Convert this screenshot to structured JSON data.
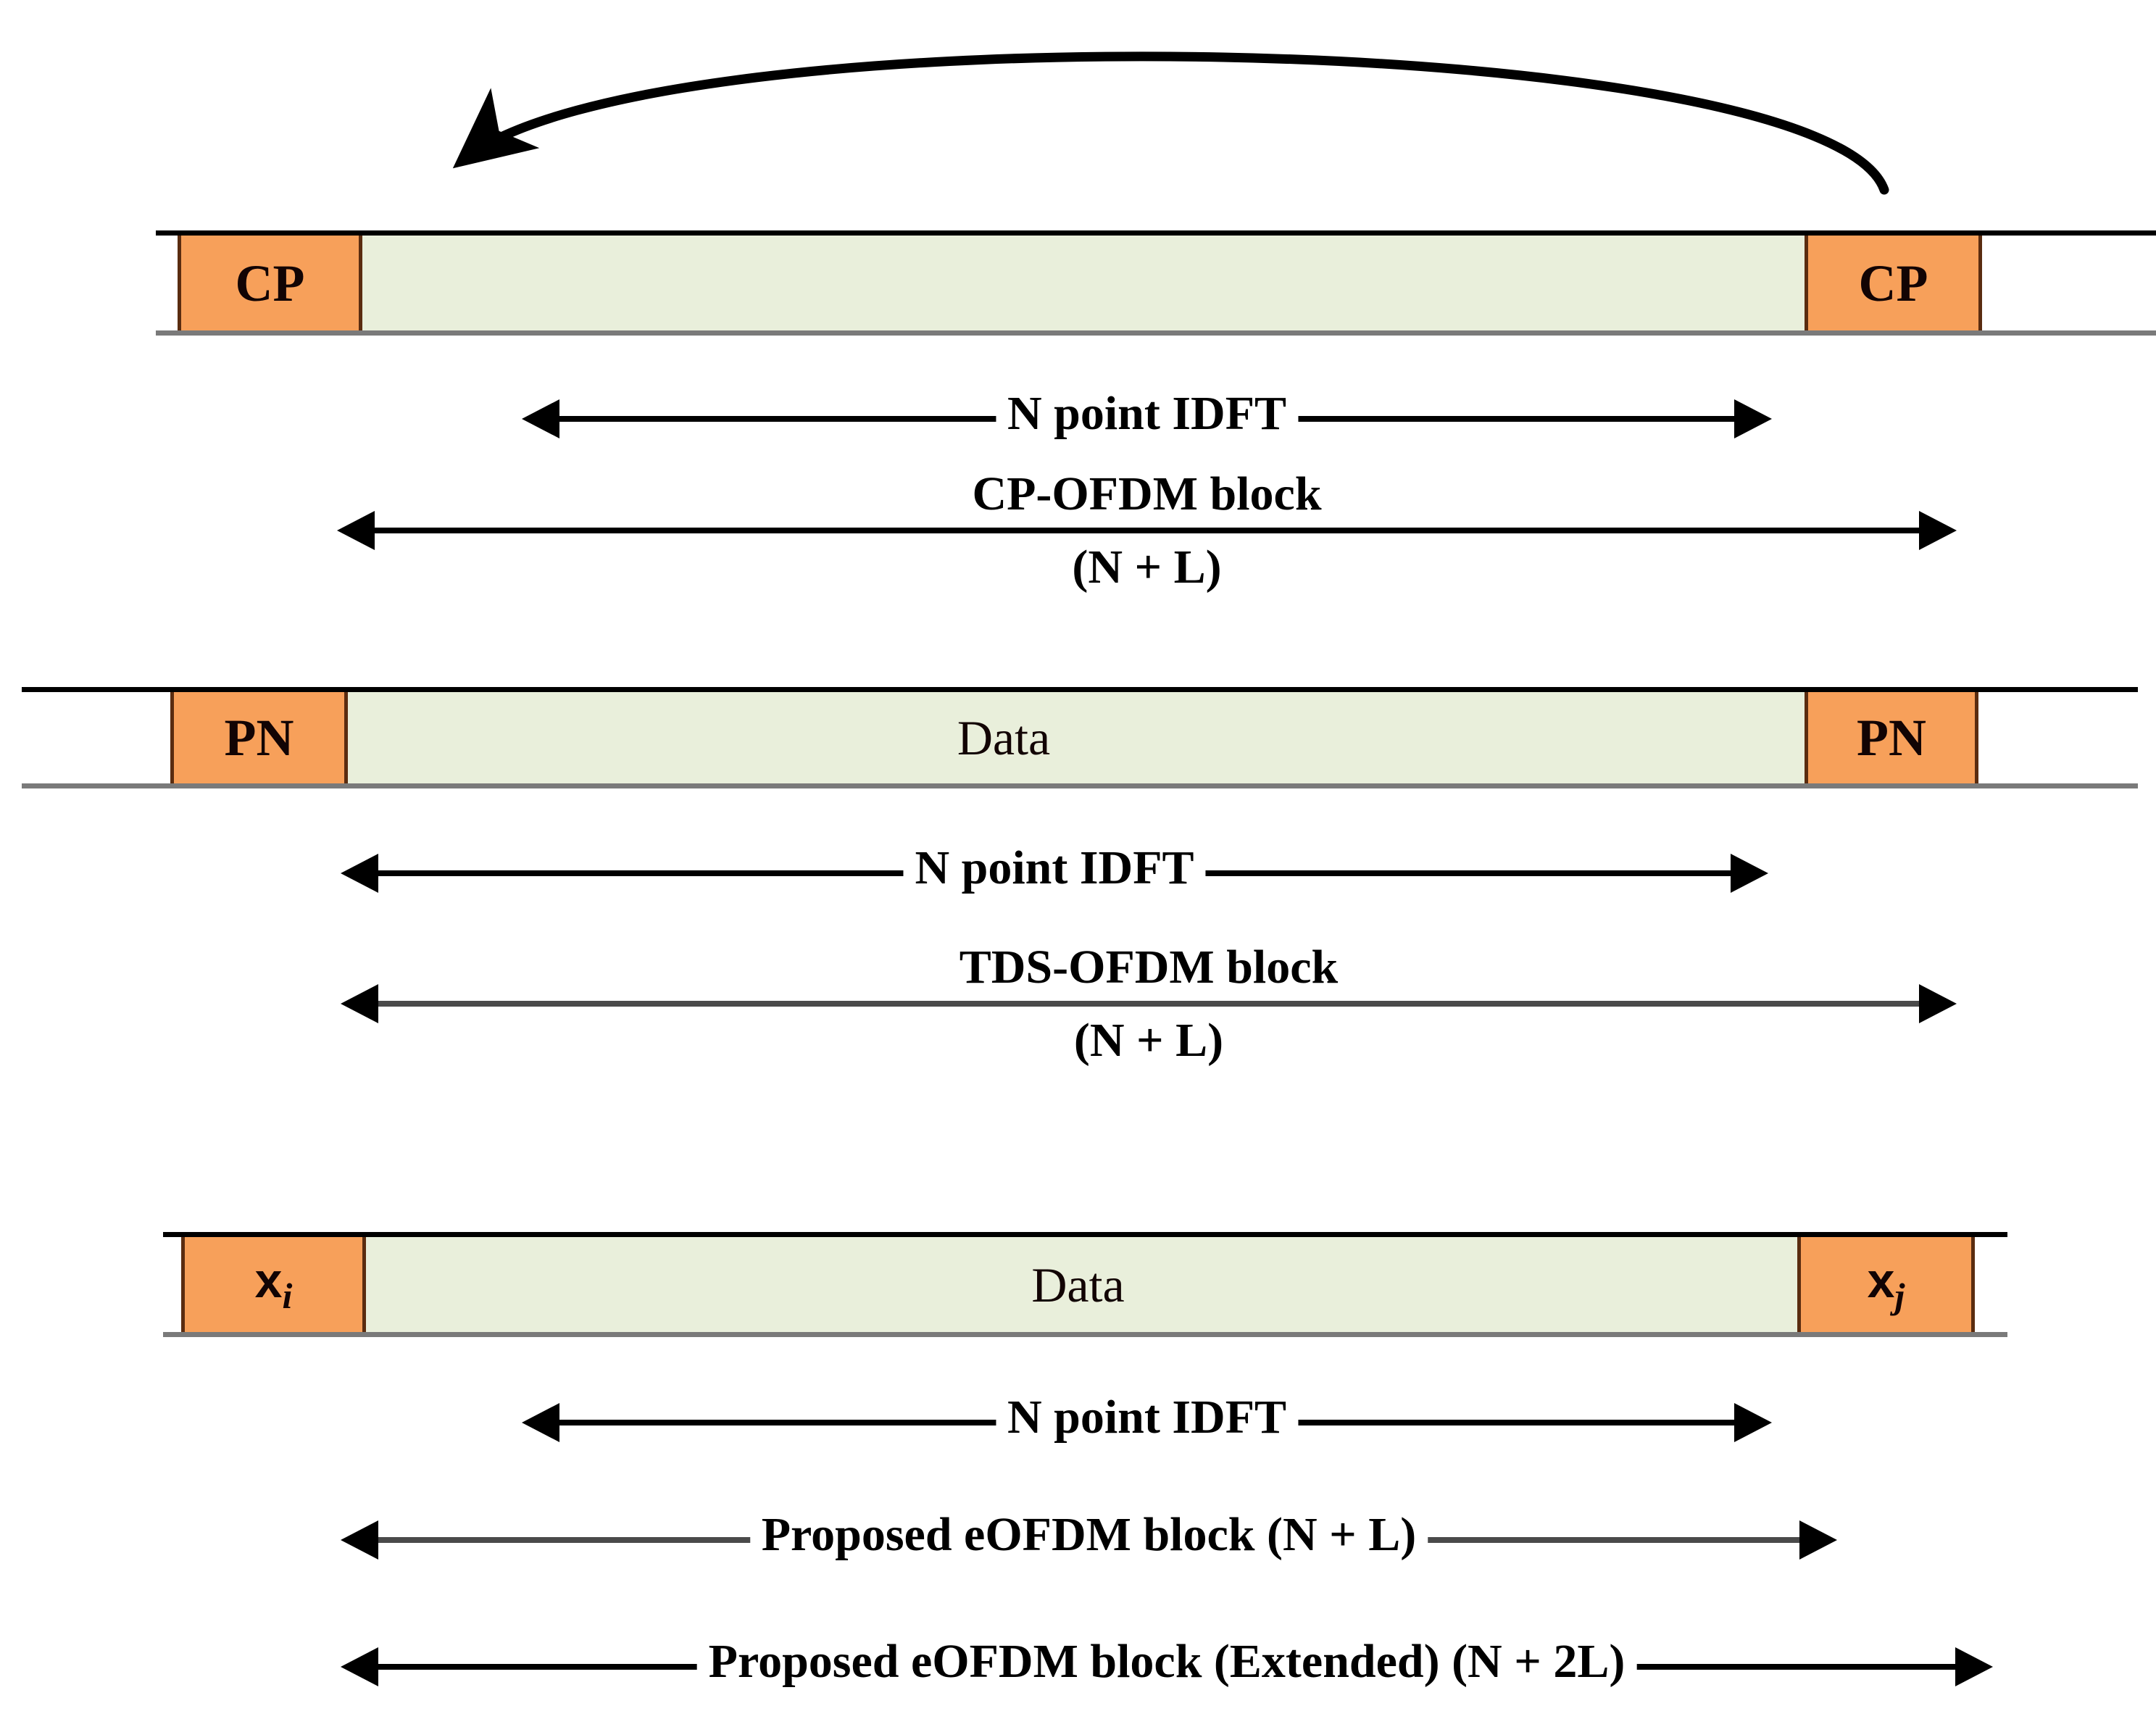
{
  "diagram": {
    "title": "OFDM block structures comparison",
    "colors": {
      "guard_fill": "#f7a05a",
      "guard_border": "#5a2c10",
      "data_fill": "#e9efdb",
      "data_border": "#2b2b2b",
      "line": "#000000"
    }
  },
  "copy_arrow": {
    "name": "cyclic-prefix-copy-arrow",
    "from": "trailing CP",
    "to": "leading CP"
  },
  "rows": [
    {
      "id": "cp-ofdm",
      "segments": [
        {
          "kind": "guard",
          "label": "CP"
        },
        {
          "kind": "data",
          "label": ""
        },
        {
          "kind": "guard",
          "label": "CP"
        }
      ],
      "measures": [
        {
          "id": "idft",
          "label": "N point IDFT",
          "sub": ""
        },
        {
          "id": "block",
          "label": "CP-OFDM block",
          "sub": "(N + L)"
        }
      ]
    },
    {
      "id": "tds-ofdm",
      "segments": [
        {
          "kind": "guard",
          "label": "PN"
        },
        {
          "kind": "data",
          "label": "Data"
        },
        {
          "kind": "guard",
          "label": "PN"
        }
      ],
      "measures": [
        {
          "id": "idft",
          "label": "N point IDFT",
          "sub": ""
        },
        {
          "id": "block",
          "label": "TDS-OFDM block",
          "sub": "(N + L)"
        }
      ]
    },
    {
      "id": "eofdm",
      "segments": [
        {
          "kind": "guard",
          "label": "x",
          "subscript": "i"
        },
        {
          "kind": "data",
          "label": "Data"
        },
        {
          "kind": "guard",
          "label": "x",
          "subscript": "j"
        }
      ],
      "measures": [
        {
          "id": "idft",
          "label": "N point IDFT",
          "sub": ""
        },
        {
          "id": "block",
          "label": "Proposed eOFDM block (N + L)",
          "sub": ""
        },
        {
          "id": "block-ext",
          "label": "Proposed eOFDM block (Extended) (N + 2L)",
          "sub": ""
        }
      ]
    }
  ]
}
